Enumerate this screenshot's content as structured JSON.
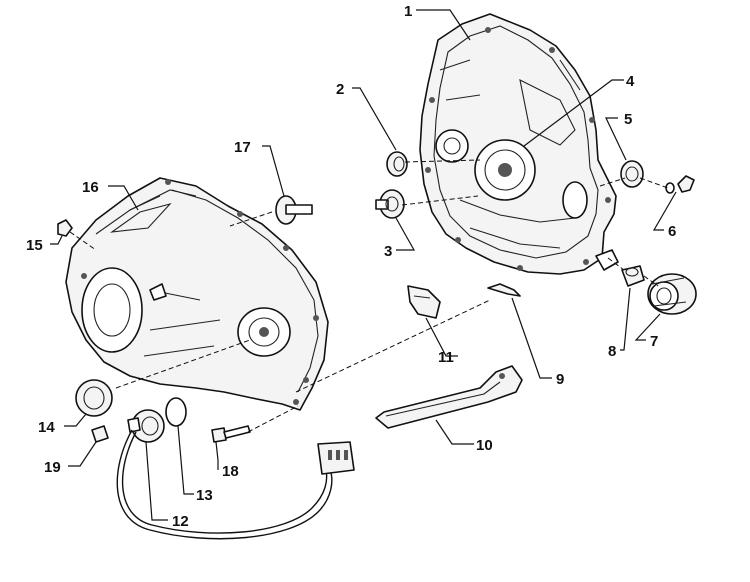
{
  "diagram": {
    "labels": [
      {
        "id": "1",
        "text": "1"
      },
      {
        "id": "2",
        "text": "2"
      },
      {
        "id": "3",
        "text": "3"
      },
      {
        "id": "4",
        "text": "4"
      },
      {
        "id": "5",
        "text": "5"
      },
      {
        "id": "6",
        "text": "6"
      },
      {
        "id": "7",
        "text": "7"
      },
      {
        "id": "8",
        "text": "8"
      },
      {
        "id": "9",
        "text": "9"
      },
      {
        "id": "10",
        "text": "10"
      },
      {
        "id": "11",
        "text": "11"
      },
      {
        "id": "12",
        "text": "12"
      },
      {
        "id": "13",
        "text": "13"
      },
      {
        "id": "14",
        "text": "14"
      },
      {
        "id": "15",
        "text": "15"
      },
      {
        "id": "16",
        "text": "16"
      },
      {
        "id": "17",
        "text": "17"
      },
      {
        "id": "18",
        "text": "18"
      },
      {
        "id": "19",
        "text": "19"
      }
    ]
  }
}
